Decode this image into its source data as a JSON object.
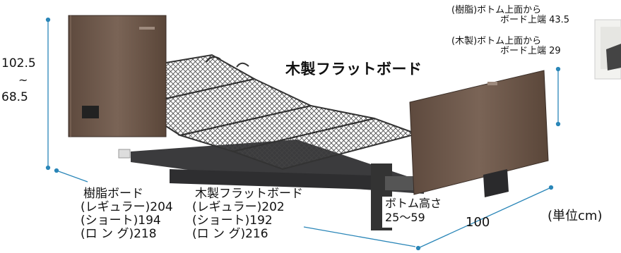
{
  "title": "木製フラットボード",
  "height_dimension": {
    "top": "102.5",
    "tilde": "~",
    "bottom": "68.5"
  },
  "notes": {
    "resin": [
      "(樹脂)ボトム上面から",
      "ボード上端 43.5"
    ],
    "wood": [
      "(木製)ボトム上面から",
      "ボード上端 29"
    ]
  },
  "width_dimension": "100",
  "unit": "(単位cm)",
  "bottom_height": {
    "label": "ボトム高さ",
    "value": "25〜59"
  },
  "lengths": {
    "resin": {
      "header": "樹脂ボード",
      "rows": [
        "(レギュラー)204",
        "(ショート)194",
        "(ロ ン グ)218"
      ]
    },
    "wood": {
      "header": "木製フラットボード",
      "rows": [
        "(レギュラー)202",
        "(ショート)192",
        "(ロ ン グ)216"
      ]
    }
  },
  "colors": {
    "wood": "#6b5547",
    "dimension_line": "#2a86b8",
    "frame": "#3a3a3a"
  }
}
